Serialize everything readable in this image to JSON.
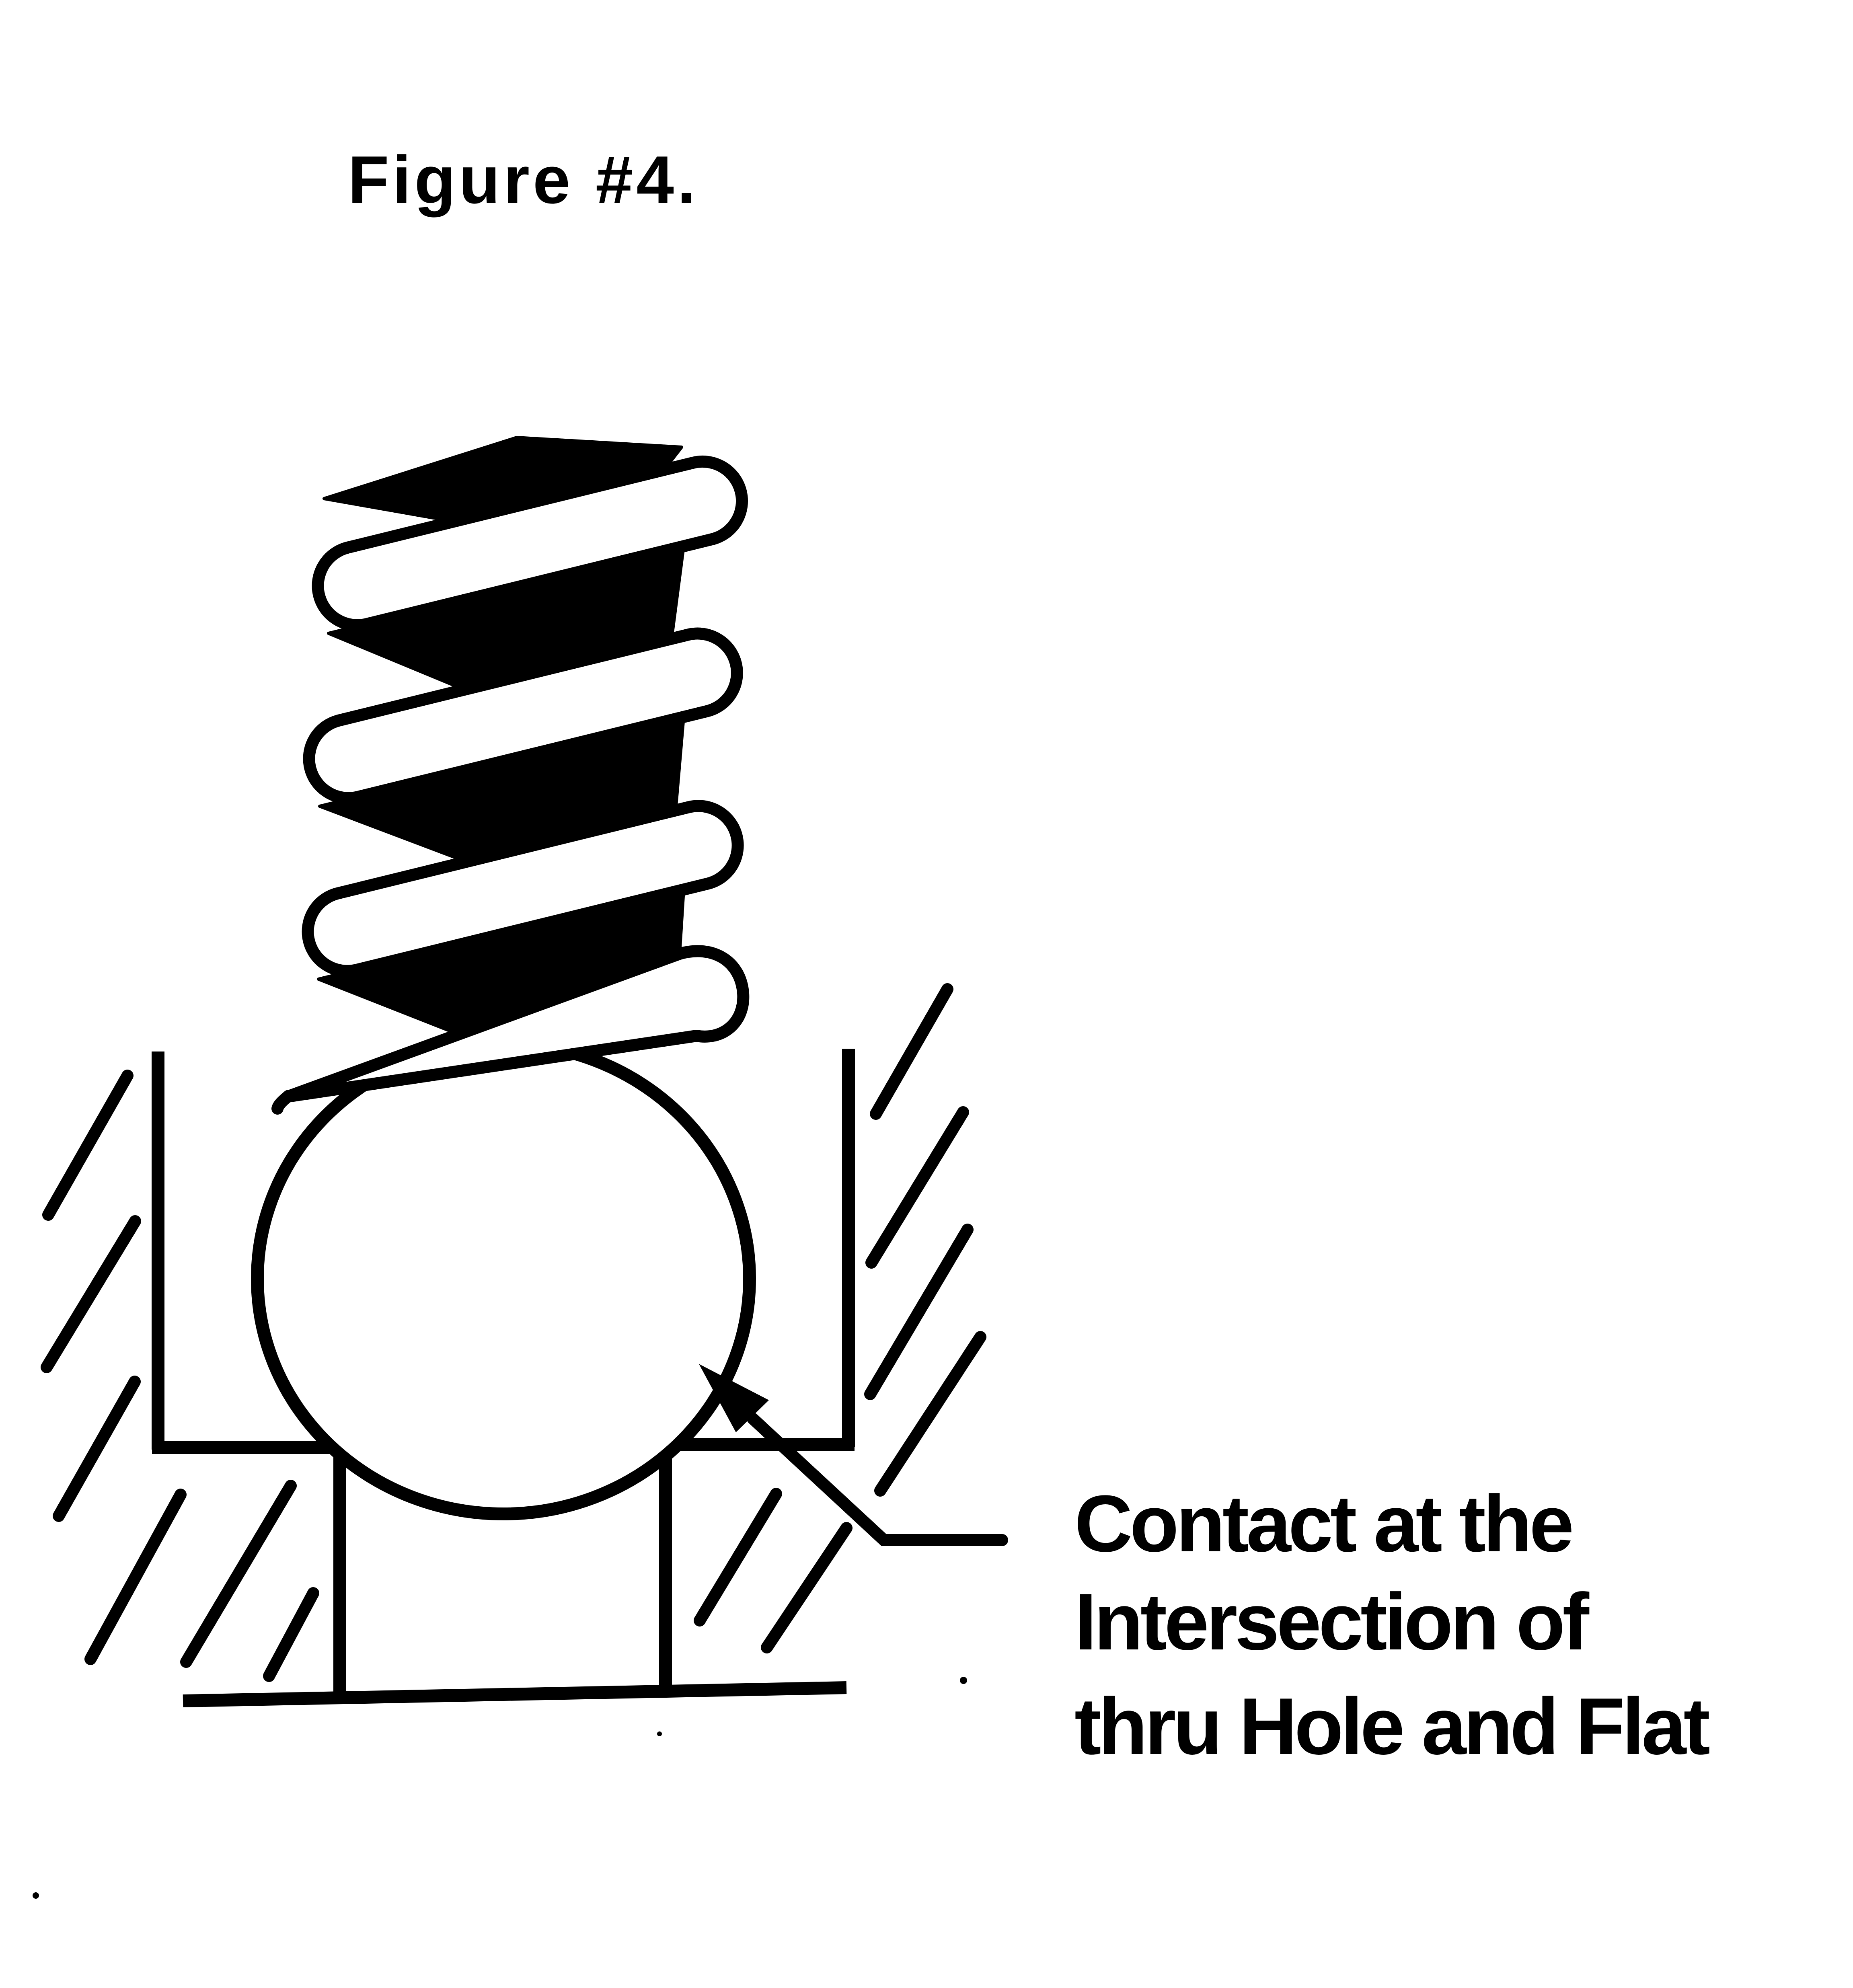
{
  "document": {
    "kind": "scanned-technical-figure",
    "background": "#ffffff",
    "ink": "#000000"
  },
  "title": {
    "text": "Figure #4."
  },
  "callout": {
    "line1": "Contact at the",
    "line2": "Intersection of",
    "line3": "thru Hole and Flat"
  },
  "diagram": {
    "parts": [
      "compression-spring",
      "ball",
      "counterbore-cavity",
      "thru-hole",
      "sectioned-body-hatching",
      "leader-arrow"
    ]
  }
}
